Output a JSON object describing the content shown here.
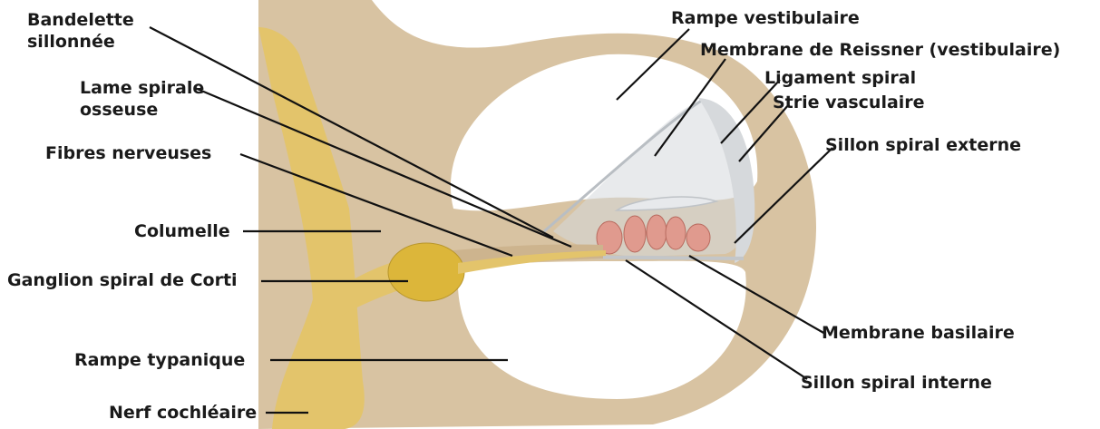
{
  "labels": {
    "bandelette_line1": "Bandelette",
    "bandelette_line2": "sillonnée",
    "lame_line1": "Lame spirale",
    "lame_line2": "osseuse",
    "fibres": "Fibres nerveuses",
    "columelle": "Columelle",
    "ganglion": "Ganglion spiral de Corti",
    "rampe_tympanique": "Rampe typanique",
    "nerf": "Nerf cochléaire",
    "rampe_vestibulaire": "Rampe vestibulaire",
    "reissner": "Membrane de Reissner (vestibulaire)",
    "ligament": "Ligament spiral",
    "strie": "Strie vasculaire",
    "sillon_externe": "Sillon spiral externe",
    "basilaire": "Membrane basilaire",
    "sillon_interne": "Sillon spiral interne"
  },
  "colors": {
    "bone": "#d8c3a2",
    "nerve": "#e3c46b",
    "ganglion": "#dcb63a",
    "membrane": "#d6d9dc",
    "hair_cells": "#e09a8e",
    "leader": "#111111"
  }
}
